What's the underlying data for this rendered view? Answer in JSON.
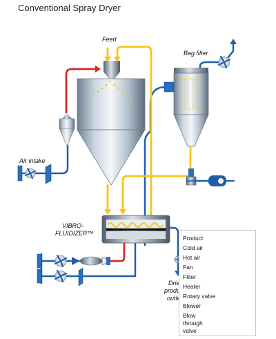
{
  "title": "Conventional Spray Dryer",
  "labels": {
    "feed": "Feed",
    "bag_filter": "Bag filter",
    "air_intake": "Air intake",
    "vibro_fluidizer_line1": "VIBRO-",
    "vibro_fluidizer_line2": "FLUIDIZER™",
    "outlet_line1": "Dried",
    "outlet_line2": "product",
    "outlet_line3": "outlet"
  },
  "legend": {
    "items": [
      {
        "label": "Product",
        "symbol": "yellow-line-icon",
        "color": "#f5c518"
      },
      {
        "label": "Cold air",
        "symbol": "blue-line-icon",
        "color": "#1f5fa8"
      },
      {
        "label": "Hot air",
        "symbol": "red-line-icon",
        "color": "#d42a20"
      },
      {
        "label": "Fan",
        "symbol": "fan-icon"
      },
      {
        "label": "Filter",
        "symbol": "filter-icon"
      },
      {
        "label": "Heater",
        "symbol": "heater-icon"
      },
      {
        "label": "Rotary valve",
        "symbol": "rotary-valve-icon"
      },
      {
        "label": "Blower",
        "symbol": "blower-icon"
      },
      {
        "label": "Blow",
        "symbol": "blow-through-valve-icon"
      },
      {
        "label": "through",
        "symbol": ""
      },
      {
        "label": "valve",
        "symbol": ""
      }
    ]
  },
  "colors": {
    "product": "#f5c518",
    "cold_air": "#1f5fa8",
    "hot_air": "#d42a20",
    "vessel": "#a9b8c8",
    "legend_border": "#bfc6cf"
  }
}
